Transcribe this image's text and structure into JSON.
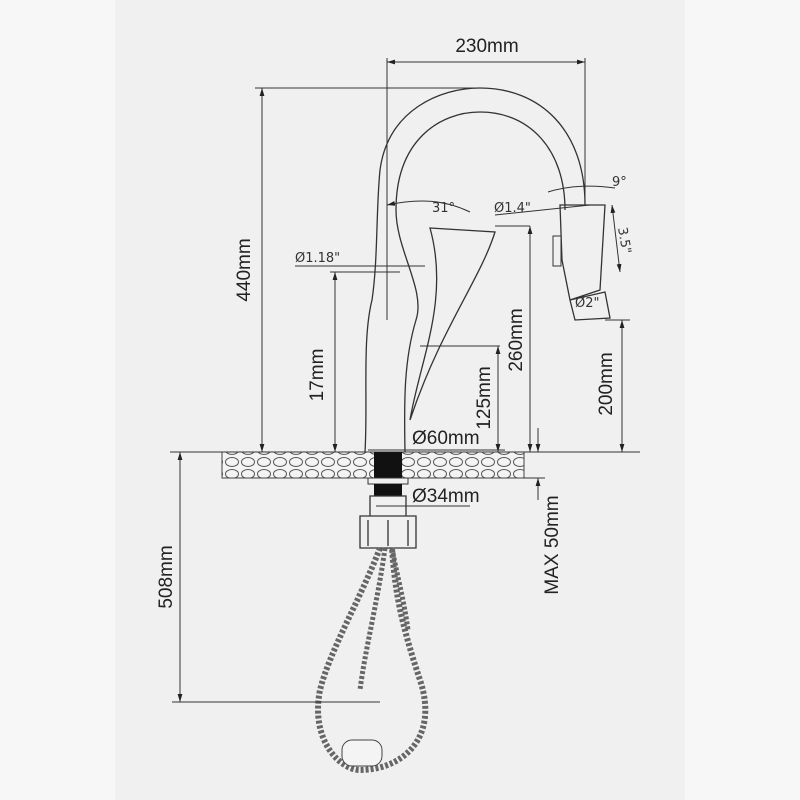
{
  "title": "Pull-down kitchen faucet dimension drawing",
  "dimensions": {
    "spout_reach": "230mm",
    "total_height": "440mm",
    "spout_angle": "31°",
    "spray_diameter_top": "Ø1.4\"",
    "spray_tilt": "9°",
    "spray_length": "3.5\"",
    "body_diameter": "Ø1.18\"",
    "spray_diameter_bottom": "Ø2\"",
    "handle_height": "17mm",
    "spout_height": "260mm",
    "handle_base_height": "125mm",
    "spray_clearance": "200mm",
    "base_diameter": "Ø60mm",
    "shank_diameter": "Ø34mm",
    "max_deck": "MAX 50mm",
    "hose_length": "508mm"
  },
  "colors": {
    "line": "#333333",
    "background": "#f0f0f0"
  }
}
